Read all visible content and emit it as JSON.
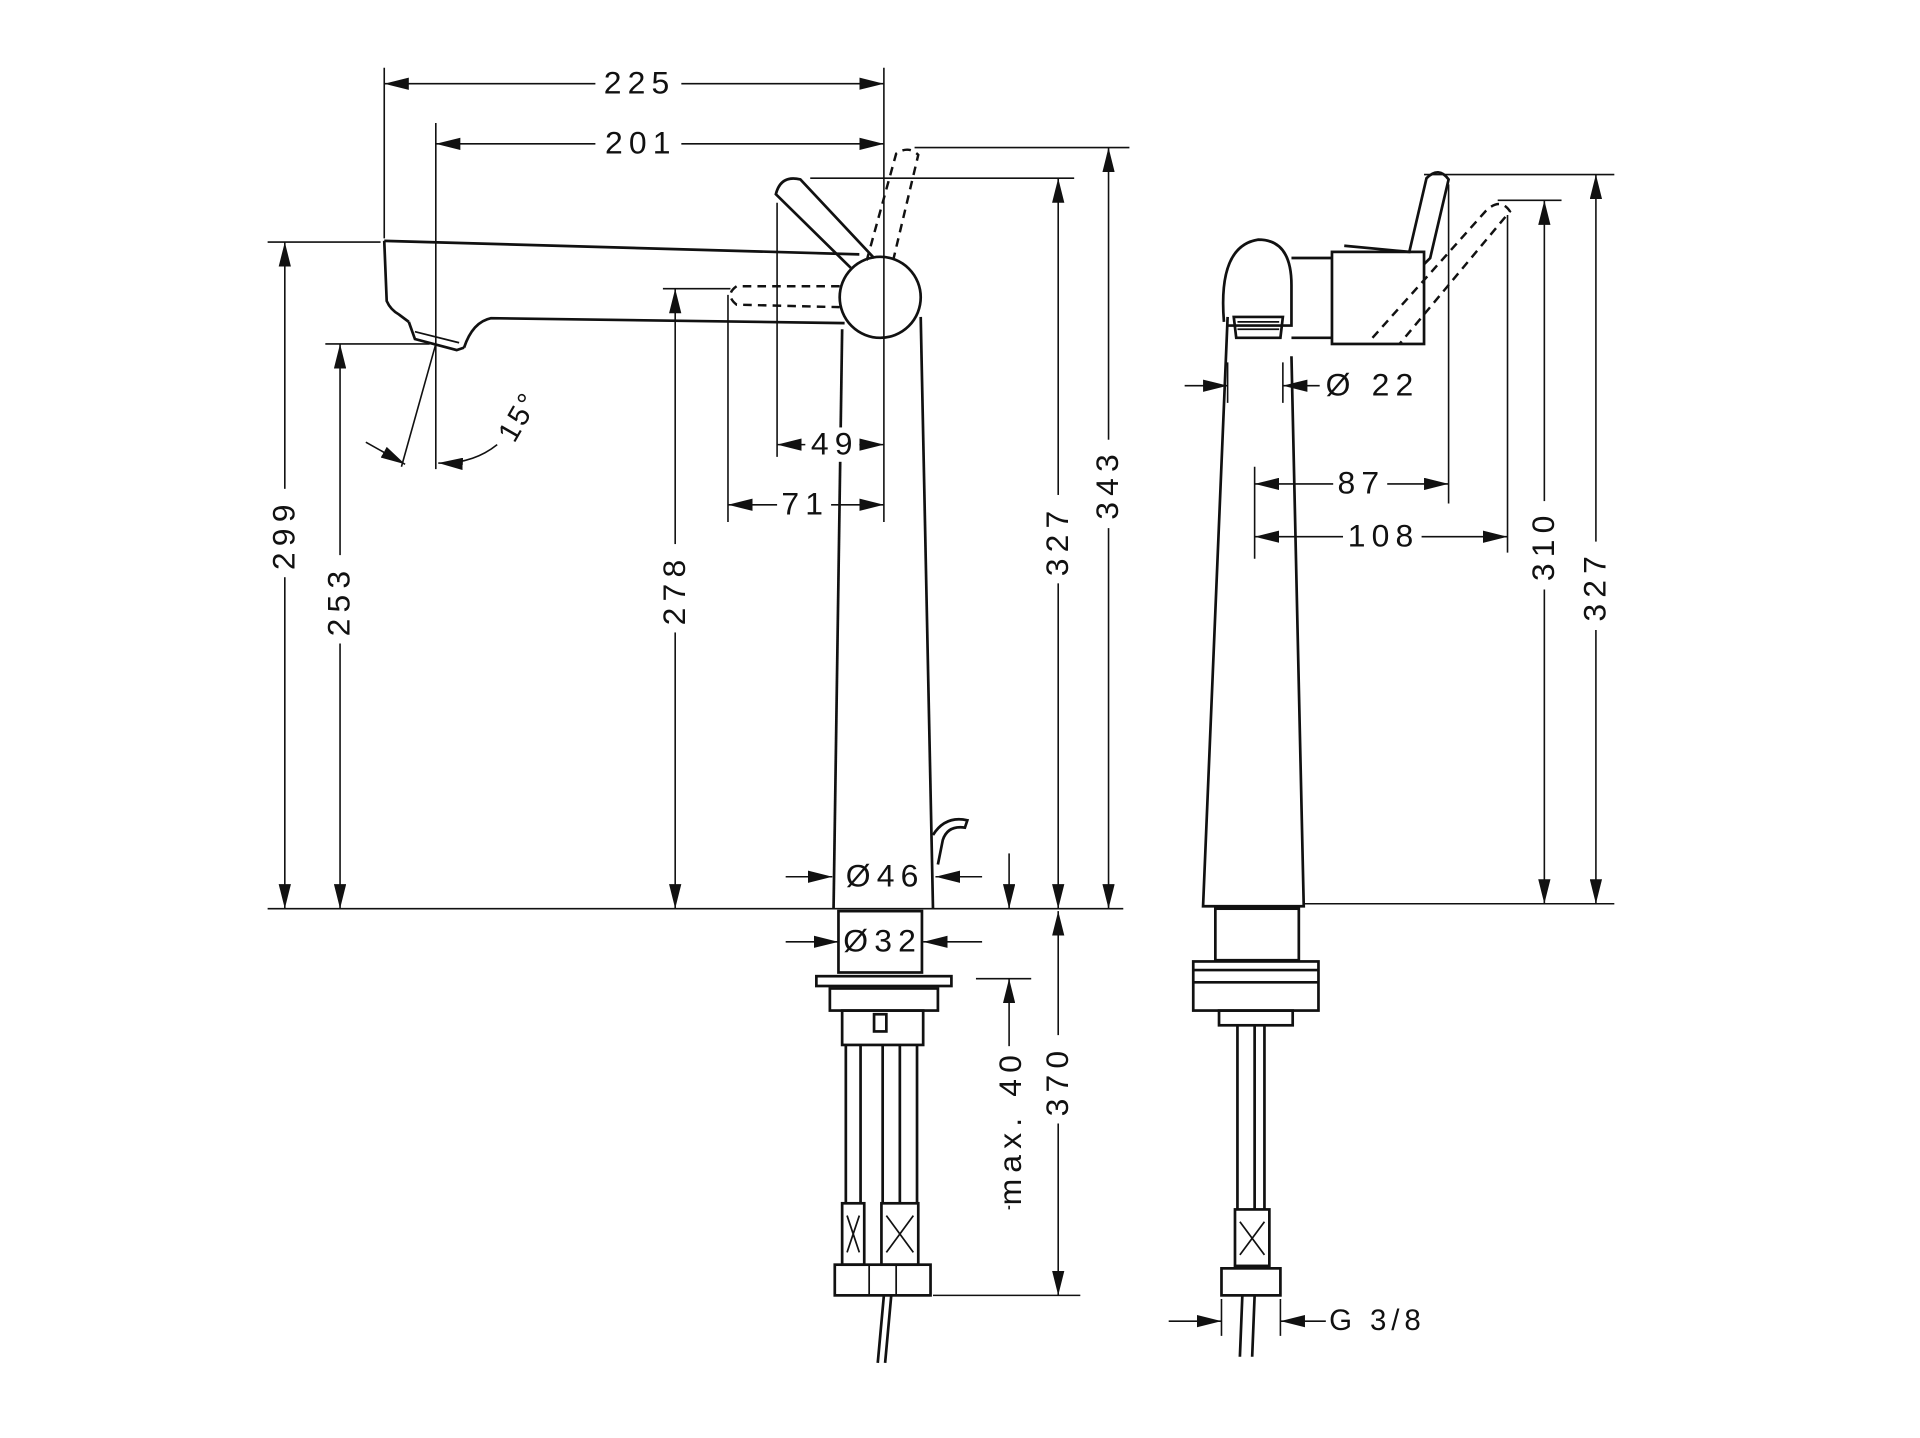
{
  "drawing": {
    "front_view": {
      "dimensions": {
        "total_reach": "225",
        "spout_reach": "201",
        "spray_angle": "15°",
        "lever_offset_49": "49",
        "lever_offset_71": "71",
        "spout_top_height": "299",
        "spout_outlet_height": "253",
        "lever_height": "278",
        "lever_top_327": "327",
        "lever_top_343": "343",
        "body_diameter": "Ø46",
        "shank_diameter": "Ø32",
        "max_deck_thickness": "max. 40",
        "below_deck_length": "370"
      }
    },
    "side_view": {
      "dimensions": {
        "outlet_diameter": "Ø 22",
        "lever_depth_87": "87",
        "lever_depth_108": "108",
        "height_310": "310",
        "height_327": "327",
        "connection_thread": "G 3/8"
      }
    }
  }
}
